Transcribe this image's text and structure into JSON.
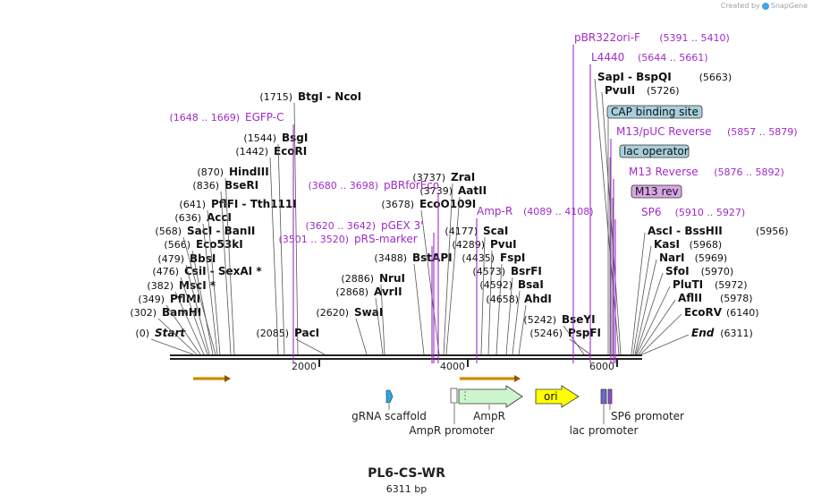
{
  "credit": {
    "prefix": "Created by",
    "brand": "SnapGene",
    "logo_icon": "snapgene-logo-icon"
  },
  "plasmid": {
    "name": "PL6-CS-WR",
    "length_label": "6311 bp"
  },
  "ruler": {
    "ticks": [
      {
        "label": "2000"
      },
      {
        "label": "4000"
      },
      {
        "label": "6000"
      }
    ]
  },
  "left_sites": [
    {
      "pos": "(0)",
      "names": [
        "Start"
      ],
      "italic": true
    },
    {
      "pos": "(302)",
      "names": [
        "BamHI"
      ]
    },
    {
      "pos": "(349)",
      "names": [
        "PflMI"
      ]
    },
    {
      "pos": "(382)",
      "names": [
        "MscI *"
      ]
    },
    {
      "pos": "(476)",
      "names": [
        "CsiI",
        "SexAI *"
      ]
    },
    {
      "pos": "(479)",
      "names": [
        "BbsI"
      ]
    },
    {
      "pos": "(566)",
      "names": [
        "Eco53kI"
      ]
    },
    {
      "pos": "(568)",
      "names": [
        "SacI",
        "BanII"
      ]
    },
    {
      "pos": "(636)",
      "names": [
        "AccI"
      ]
    },
    {
      "pos": "(641)",
      "names": [
        "PflFI",
        "Tth111I"
      ]
    },
    {
      "pos": "(836)",
      "names": [
        "BseRI"
      ]
    },
    {
      "pos": "(870)",
      "names": [
        "HindIII"
      ]
    },
    {
      "pos": "(1442)",
      "names": [
        "EcoRI"
      ]
    },
    {
      "pos": "(1544)",
      "names": [
        "BsgI"
      ]
    },
    {
      "pos": "(1715)",
      "names": [
        "BtgI",
        "NcoI"
      ]
    }
  ],
  "middle_sites": [
    {
      "pos": "(2085)",
      "names": [
        "PacI"
      ]
    },
    {
      "pos": "(2620)",
      "names": [
        "SwaI"
      ]
    },
    {
      "pos": "(2868)",
      "names": [
        "AvrII"
      ]
    },
    {
      "pos": "(2886)",
      "names": [
        "NruI"
      ]
    },
    {
      "pos": "(3488)",
      "names": [
        "BstAPI"
      ]
    },
    {
      "pos": "(3678)",
      "names": [
        "EcoO109I"
      ]
    },
    {
      "pos": "(3737)",
      "names": [
        "ZraI"
      ]
    },
    {
      "pos": "(3739)",
      "names": [
        "AatII"
      ]
    },
    {
      "pos": "(4177)",
      "names": [
        "ScaI"
      ]
    },
    {
      "pos": "(4289)",
      "names": [
        "PvuI"
      ]
    },
    {
      "pos": "(4435)",
      "names": [
        "FspI"
      ]
    },
    {
      "pos": "(4573)",
      "names": [
        "BsrFI"
      ]
    },
    {
      "pos": "(4592)",
      "names": [
        "BsaI"
      ]
    },
    {
      "pos": "(4658)",
      "names": [
        "AhdI"
      ]
    },
    {
      "pos": "(5242)",
      "names": [
        "BseYI"
      ]
    },
    {
      "pos": "(5246)",
      "names": [
        "PspFI"
      ]
    }
  ],
  "right_sites": [
    {
      "pos": "(5663)",
      "names": [
        "SapI",
        "BspQI"
      ]
    },
    {
      "pos": "(5726)",
      "names": [
        "PvuII"
      ]
    },
    {
      "pos": "(5956)",
      "names": [
        "AscI",
        "BssHII"
      ]
    },
    {
      "pos": "(5968)",
      "names": [
        "KasI"
      ]
    },
    {
      "pos": "(5969)",
      "names": [
        "NarI"
      ]
    },
    {
      "pos": "(5970)",
      "names": [
        "SfoI"
      ]
    },
    {
      "pos": "(5972)",
      "names": [
        "PluTI"
      ]
    },
    {
      "pos": "(5978)",
      "names": [
        "AflII"
      ]
    },
    {
      "pos": "(6140)",
      "names": [
        "EcoRV"
      ]
    },
    {
      "pos": "(6311)",
      "names": [
        "End"
      ],
      "italic": true
    }
  ],
  "primers": [
    {
      "name": "EGFP-C",
      "range": "(1648 .. 1669)"
    },
    {
      "name": "pBRforEco",
      "range": "(3680 .. 3698)"
    },
    {
      "name": "pGEX 3'",
      "range": "(3620 .. 3642)"
    },
    {
      "name": "pRS-marker",
      "range": "(3501 .. 3520)"
    },
    {
      "name": "Amp-R",
      "range": "(4089 .. 4108)"
    },
    {
      "name": "pBR322ori-F",
      "range": "(5391 .. 5410)"
    },
    {
      "name": "L4440",
      "range": "(5644 .. 5661)"
    },
    {
      "name": "M13/pUC Reverse",
      "range": "(5857 .. 5879)"
    },
    {
      "name": "M13 Reverse",
      "range": "(5876 .. 5892)"
    },
    {
      "name": "SP6",
      "range": "(5910 .. 5927)"
    }
  ],
  "boxed_features": [
    {
      "name": "CAP binding site",
      "color": "#a9cfdc"
    },
    {
      "name": "lac operator",
      "color": "#a9cfdc"
    },
    {
      "name": "M13 rev",
      "color": "#d7a6e3"
    }
  ],
  "features": [
    {
      "name": "gRNA scaffold",
      "color": "#2aa6e6"
    },
    {
      "name": "AmpR",
      "color": "#ccf5cc"
    },
    {
      "name": "AmpR promoter",
      "color": "#ffffff"
    },
    {
      "name": "ori",
      "color": "#ffff00"
    },
    {
      "name": "lac promoter",
      "color": "#6a6ac9"
    },
    {
      "name": "SP6 promoter",
      "color": "#8a4fcf"
    }
  ],
  "colors": {
    "primer": "#a02cc8",
    "site": "#111111",
    "backbone": "#222222",
    "orf_arrow": "#f6b942"
  }
}
